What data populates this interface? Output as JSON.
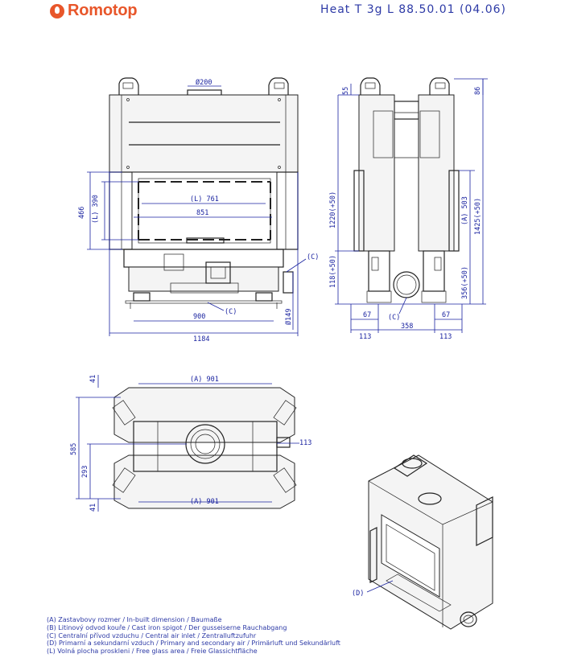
{
  "brand": {
    "name": "Romotop",
    "color": "#e8562a"
  },
  "document_title": "Heat  T  3g  L  88.50.01  (04.06)",
  "dimensions": {
    "front": {
      "flue_diameter": "Ø200",
      "L761": "(L) 761",
      "v851": "851",
      "L390": "(L) 390",
      "v466": "466",
      "v900": "900",
      "v1184": "1184",
      "d149": "Ø149",
      "C1": "(C)",
      "C2": "(C)"
    },
    "side": {
      "v55": "55",
      "v86": "86",
      "v1220": "1220(+50)",
      "A503": "(A) 503",
      "v1425": "1425(+50)",
      "v118": "118(+50)",
      "v356": "356(+50)",
      "v67a": "67",
      "v67b": "67",
      "v113a": "113",
      "v358": "358",
      "v113b": "113",
      "C": "(C)"
    },
    "top": {
      "v41a": "41",
      "A901a": "(A) 901",
      "v585": "585",
      "v293": "293",
      "v113": "113",
      "v41b": "41",
      "A901b": "(A) 901"
    },
    "iso": {
      "D": "(D)"
    }
  },
  "legend": [
    "(A)  Zastavbovy rozmer / In-built dimension / Baumaße",
    "(B)  Litinový odvod kouře / Cast iron spigot / Der gusseiserne Rauchabgang",
    "(C)  Centralní přívod vzduchu / Central air inlet / Zentralluftzufuhr",
    "(D)  Primarní a sekundarní vzduch / Primary and secondary air / Primärluft und Sekundärluft",
    "(L)  Volná plocha proskleni / Free glass area / Freie Glassichtfläche"
  ]
}
